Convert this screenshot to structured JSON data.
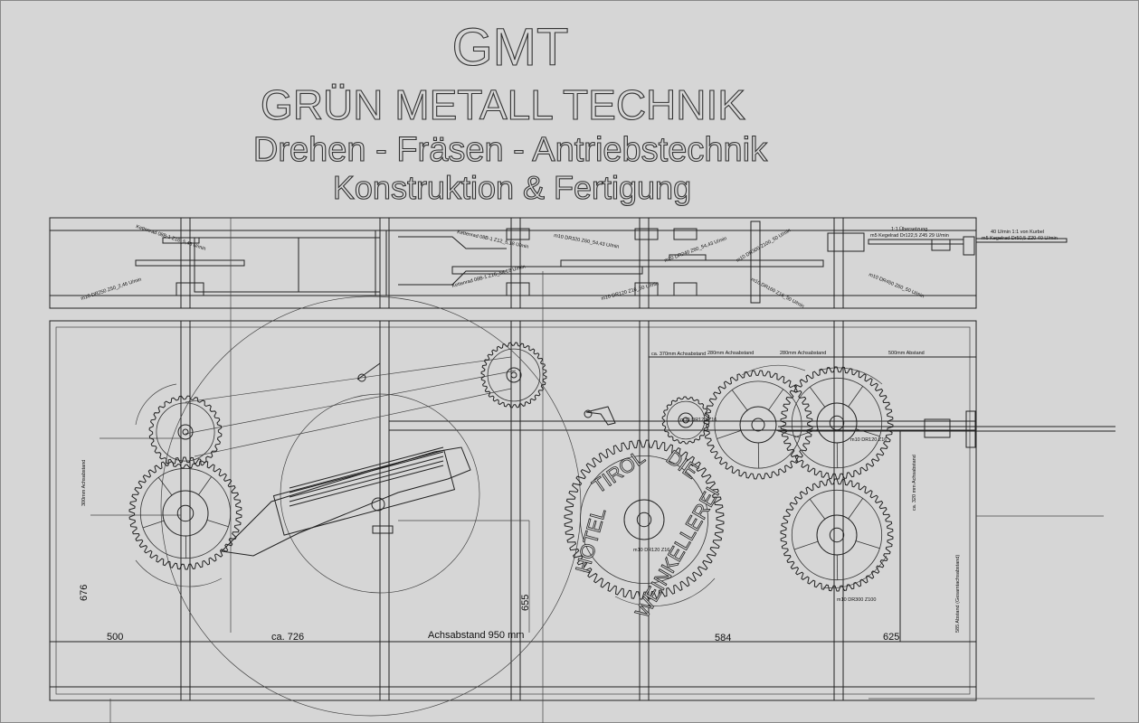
{
  "header": {
    "title": "GMT",
    "company": "GRÜN METALL TECHNIK",
    "services": "Drehen - Fräsen - Antriebstechnik",
    "tagline": "Konstruktion & Fertigung"
  },
  "logo_text": [
    "HOTEL",
    "TIROL",
    "DIE",
    "WEINKELLEREI"
  ],
  "side_view_labels": {
    "kettenrad_1": "Kettenrad 08B-1 Z16_5,46 U/min",
    "kettenrad_2": "Kettenrad 08B-1 Z12_5,18 U/min",
    "kettenrad_3": "Kettenrad 08B-1 Z16_54,18 U/min",
    "m10_1": "m10 DR250 Z50_2,46 U/min",
    "m10_2": "m10 DR320 Z60_54,43 U/min",
    "m10_3": "m10 DR240 Z60_54,43 U/min",
    "m10_4": "m10 DR300 Z100_50 U/min",
    "m10_5": "m10 DR160 Z16_50 U/min",
    "m10_6": "m10 DR120 Z16_50 U/min",
    "m10_7": "m10 DR450 Z60_50 U/min",
    "direction": "1:1 Übersetzung",
    "kegelrad_1": "m5 Kegelrad Dr122,5 Z45 29 U/min",
    "kegelrad_2": "m5 Kegelrad Dr50,5 Z20 40 U/min",
    "kurbel": "40 U/min 1:1 von Kurbel",
    "kurbel_2": "m5 Kegelrad Dr50,5 Z20 40 U/min"
  },
  "front_view_labels": {
    "axis_small": "ca. 370mm Achsabstand",
    "axis_280_a": "280mm Achsabstand",
    "axis_280_b": "280mm Achsabstand",
    "abstand_500": "500mm Abstand",
    "vertical_300": "300mm Achsabstand",
    "vertical_320": "ca. 320 mm Achsabstand",
    "vertical_585": "585 Abstand (Gesamtachsabstand)",
    "gear_label_1": "m10 DR120 Z16",
    "gear_label_2": "m10 DR120 Z16",
    "gear_label_3": "m10 DR120 Z16",
    "gear_label_4": "m10 DR300 Z100"
  },
  "dimensions": {
    "d500": "500",
    "d726": "ca. 726",
    "d950": "Achsabstand 950 mm",
    "d584": "584",
    "d625": "625",
    "d676": "676",
    "d655": "655"
  }
}
